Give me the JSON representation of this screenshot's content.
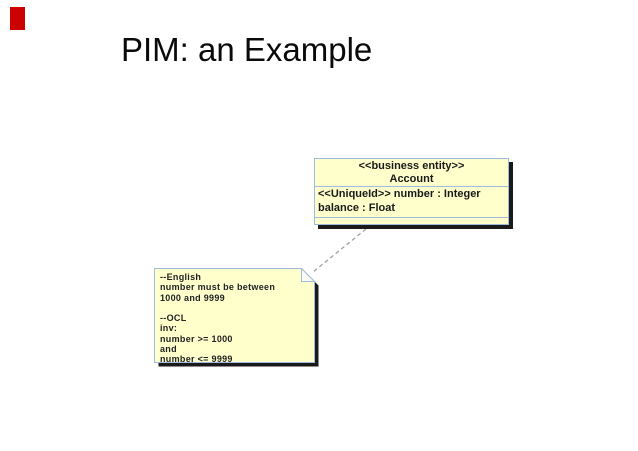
{
  "slide": {
    "title": "PIM: an Example",
    "background_color": "#FFFFFF",
    "accent_bar_color": "#CC0000"
  },
  "diagram": {
    "class_box": {
      "stereotype": "<<business entity>>",
      "name": "Account",
      "attributes": [
        "<<UniqueId>> number : Integer",
        "balance : Float"
      ],
      "operations": [],
      "fill_color": "#FFFFCC",
      "border_color": "#9FBBDF",
      "shadow_color": "#1A1A1A"
    },
    "note": {
      "lines": [
        "--English",
        "number must be between",
        "1000 and 9999",
        "",
        "--OCL",
        "inv:",
        "number >= 1000",
        "and",
        "number <= 9999"
      ],
      "fill_color": "#FFFFCC",
      "border_color": "#9FBBDF",
      "shadow_color": "#1A1A1A"
    },
    "connector": {
      "style": "dashed",
      "color": "#A0A0A0"
    }
  }
}
